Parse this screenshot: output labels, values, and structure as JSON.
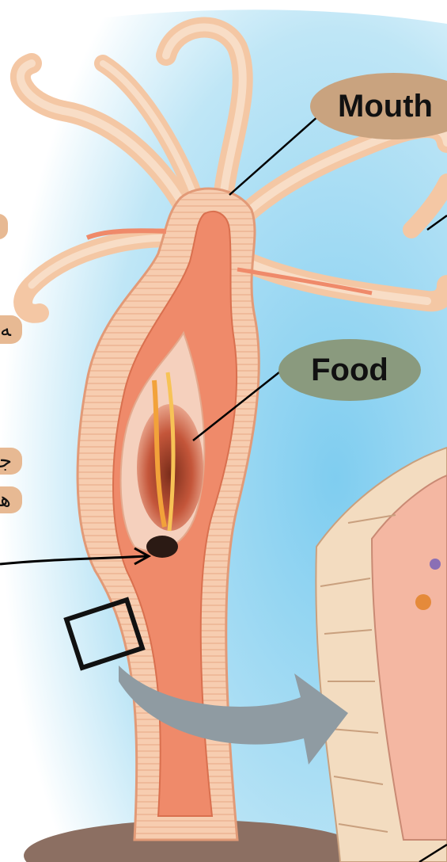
{
  "labels": {
    "mouth": "Mouth",
    "food": "Food"
  },
  "edge_scribbles": [
    "ﻪ",
    "ﺟ",
    "ﻫ"
  ],
  "colors": {
    "background_sky": "#8fd3ef",
    "body_wall": "#f6c9a8",
    "cavity": "#ef8a6a",
    "mouth_label_bg": "#c9a37f",
    "food_label_bg": "#8a9a7e",
    "arrow": "#8f9ba2"
  }
}
